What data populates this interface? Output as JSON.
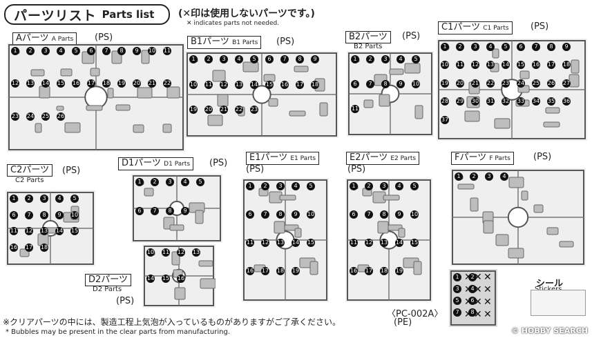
{
  "title": {
    "jp": "パーツリスト",
    "en": "Parts list"
  },
  "note": {
    "jp": "(✕印は使用しないパーツです。)",
    "en": "✕ indicates parts not needed."
  },
  "sections": {
    "A": {
      "jp": "Aパーツ",
      "en": "A Parts",
      "ps": "(PS)"
    },
    "B1": {
      "jp": "B1パーツ",
      "en": "B1 Parts",
      "ps": "(PS)"
    },
    "B2": {
      "jp": "B2パーツ",
      "en": "B2 Parts",
      "ps": "(PS)"
    },
    "C1": {
      "jp": "C1パーツ",
      "en": "C1 Parts",
      "ps": "(PS)"
    },
    "C2": {
      "jp": "C2パーツ",
      "en": "C2 Parts",
      "ps": "(PS)"
    },
    "D1": {
      "jp": "D1パーツ",
      "en": "D1 Parts",
      "ps": "(PS)"
    },
    "D2": {
      "jp": "D2パーツ",
      "en": "D2 Parts",
      "ps": "(PS)"
    },
    "E1": {
      "jp": "E1パーツ",
      "en": "E1 Parts",
      "ps": "(PS)"
    },
    "E2": {
      "jp": "E2パーツ",
      "en": "E2 Parts",
      "ps": "(PS)"
    },
    "F": {
      "jp": "Fパーツ",
      "en": "F Parts",
      "ps": "(PS)"
    }
  },
  "pe": {
    "code": "〈PC-002A〉",
    "ps": "(PE)"
  },
  "stickers": {
    "jp": "シール",
    "en": "Stickers"
  },
  "footer": {
    "jp": "※クリアパーツの中には、製造工程上気泡が入っているものがありますがご了承ください。",
    "en": "* Bubbles may be present in the clear parts from manufacturing."
  },
  "watermark": "© HOBBY SEARCH",
  "part_numbers": {
    "A": [
      "1",
      "2",
      "3",
      "4",
      "5",
      "6",
      "7",
      "8",
      "9",
      "10",
      "11",
      "12",
      "13",
      "14",
      "15",
      "16",
      "17",
      "18",
      "19",
      "20",
      "21",
      "22",
      "23",
      "24",
      "25",
      "26"
    ],
    "B1": [
      "1",
      "2",
      "3",
      "4",
      "5",
      "6",
      "7",
      "8",
      "9",
      "10",
      "11",
      "12",
      "13",
      "14",
      "15",
      "16",
      "17",
      "18",
      "19",
      "20",
      "21",
      "22",
      "23"
    ],
    "B2": [
      "1",
      "2",
      "3",
      "4",
      "5",
      "6",
      "7",
      "8",
      "9",
      "10",
      "11"
    ],
    "C1": [
      "1",
      "2",
      "3",
      "4",
      "5",
      "6",
      "7",
      "8",
      "9",
      "10",
      "11",
      "12",
      "13",
      "14",
      "15",
      "16",
      "17",
      "18",
      "19",
      "20",
      "21",
      "22",
      "23",
      "24",
      "25",
      "26",
      "27",
      "28",
      "29",
      "30",
      "31",
      "32",
      "33",
      "34",
      "35",
      "36",
      "37"
    ],
    "C2": [
      "1",
      "2",
      "3",
      "4",
      "5",
      "6",
      "7",
      "8",
      "9",
      "10",
      "11",
      "12",
      "13",
      "14",
      "15",
      "16",
      "17",
      "18"
    ],
    "D1": [
      "1",
      "2",
      "3",
      "4",
      "5",
      "6",
      "7",
      "8",
      "9"
    ],
    "D2": [
      "10",
      "11",
      "12",
      "13",
      "14",
      "15",
      "16"
    ],
    "E1": [
      "1",
      "2",
      "3",
      "4",
      "5",
      "6",
      "7",
      "8",
      "9",
      "10",
      "11",
      "12",
      "13",
      "14",
      "15",
      "16",
      "17",
      "18",
      "19"
    ],
    "E2": [
      "1",
      "2",
      "3",
      "4",
      "5",
      "6",
      "7",
      "8",
      "9",
      "10",
      "11",
      "12",
      "13",
      "14",
      "15",
      "16",
      "17",
      "18",
      "19"
    ],
    "F": [
      "1",
      "2",
      "3",
      "4"
    ],
    "PE": [
      "1",
      "2",
      "3",
      "4",
      "5",
      "6",
      "7",
      "8"
    ]
  }
}
